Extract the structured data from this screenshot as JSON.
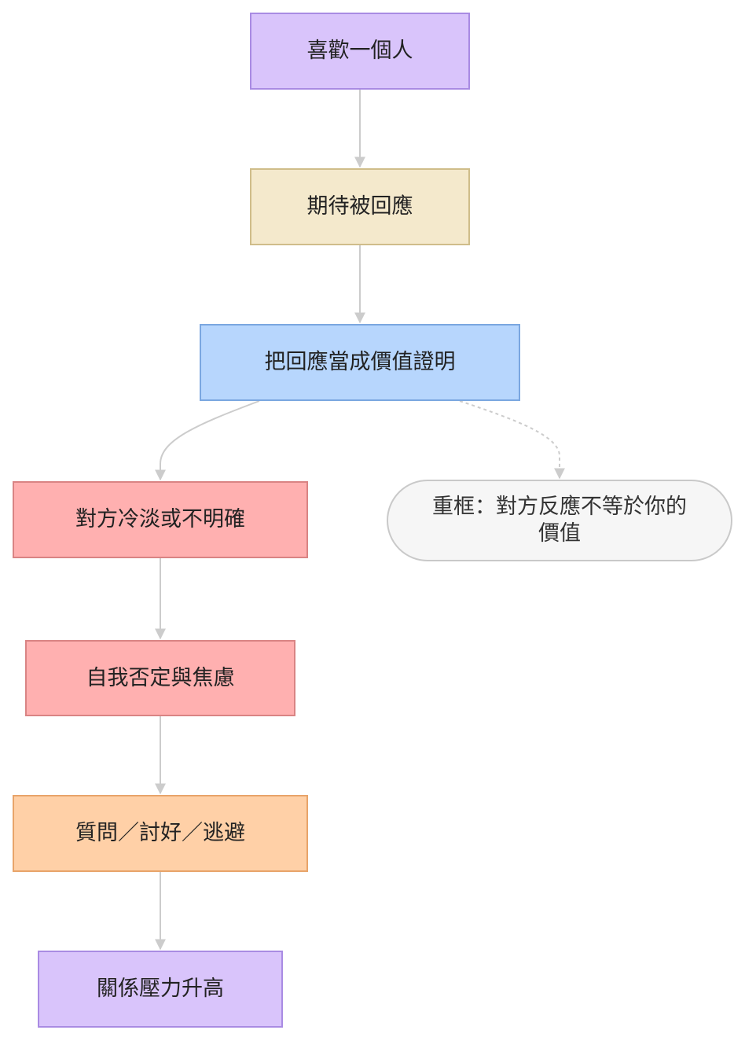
{
  "diagram": {
    "nodes": {
      "like_someone": "喜歡一個人",
      "expect_response": "期待被回應",
      "response_as_proof": "把回應當成價值證明",
      "cold_unclear": "對方冷淡或不明確",
      "self_negation": "自我否定與焦慮",
      "reactions": "質問／討好／逃避",
      "pressure_rises": "關係壓力升高",
      "reframe_line1": "重框：對方反應不等於你的",
      "reframe_line2": "價值"
    },
    "colors": {
      "edge": "#cccccc",
      "purple_fill": "#d9c4fb",
      "beige_fill": "#f4e9cc",
      "blue_fill": "#b7d6fd",
      "red_fill": "#ffb0b0",
      "orange_fill": "#ffd0a7",
      "grey_fill": "#f6f6f6"
    }
  }
}
